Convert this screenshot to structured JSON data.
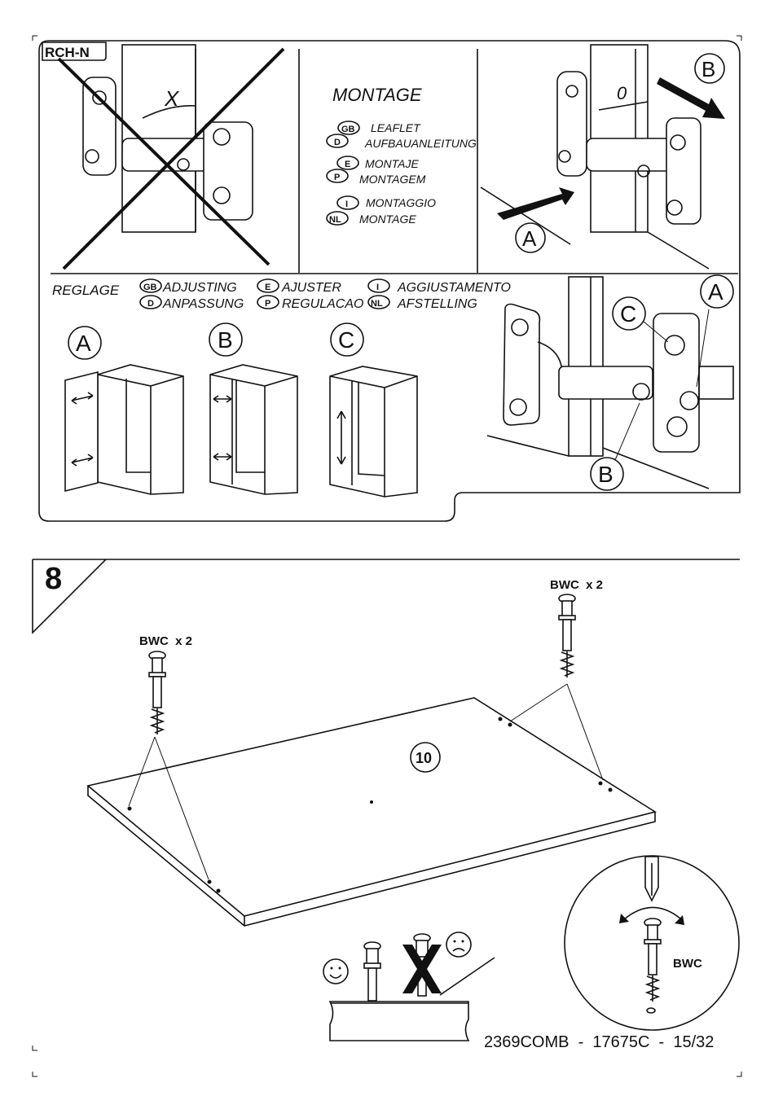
{
  "hinge_panel": {
    "badge": "RCH-N",
    "montage_title": "MONTAGE",
    "x_label": "X",
    "zero_label": "0",
    "montage_langs": [
      {
        "code": "GB",
        "label": "LEAFLET"
      },
      {
        "code": "D",
        "label": "AUFBAUANLEITUNG"
      },
      {
        "code": "E",
        "label": "MONTAJE"
      },
      {
        "code": "P",
        "label": "MONTAGEM"
      },
      {
        "code": "I",
        "label": "MONTAGGIO"
      },
      {
        "code": "NL",
        "label": "MONTAGE"
      }
    ],
    "arrow_a": "A",
    "arrow_b": "B",
    "reglage_title": "REGLAGE",
    "reglage_langs": [
      {
        "code": "GB",
        "label": "ADJUSTING"
      },
      {
        "code": "D",
        "label": "ANPASSUNG"
      },
      {
        "code": "E",
        "label": "AJUSTER"
      },
      {
        "code": "P",
        "label": "REGULACAO"
      },
      {
        "code": "I",
        "label": "AGGIUSTAMENTO"
      },
      {
        "code": "NL",
        "label": "AFSTELLING"
      }
    ],
    "adjust_cases": [
      "A",
      "B",
      "C"
    ],
    "detail_labels": [
      "C",
      "A",
      "B"
    ]
  },
  "step": {
    "number": "8",
    "left_fitting": "BWC  x 2",
    "right_fitting": "BWC  x 2",
    "panel_number": "10",
    "detail_label": "BWC"
  },
  "footer": {
    "code": "2369COMB  -  17675C  -  15/32"
  }
}
